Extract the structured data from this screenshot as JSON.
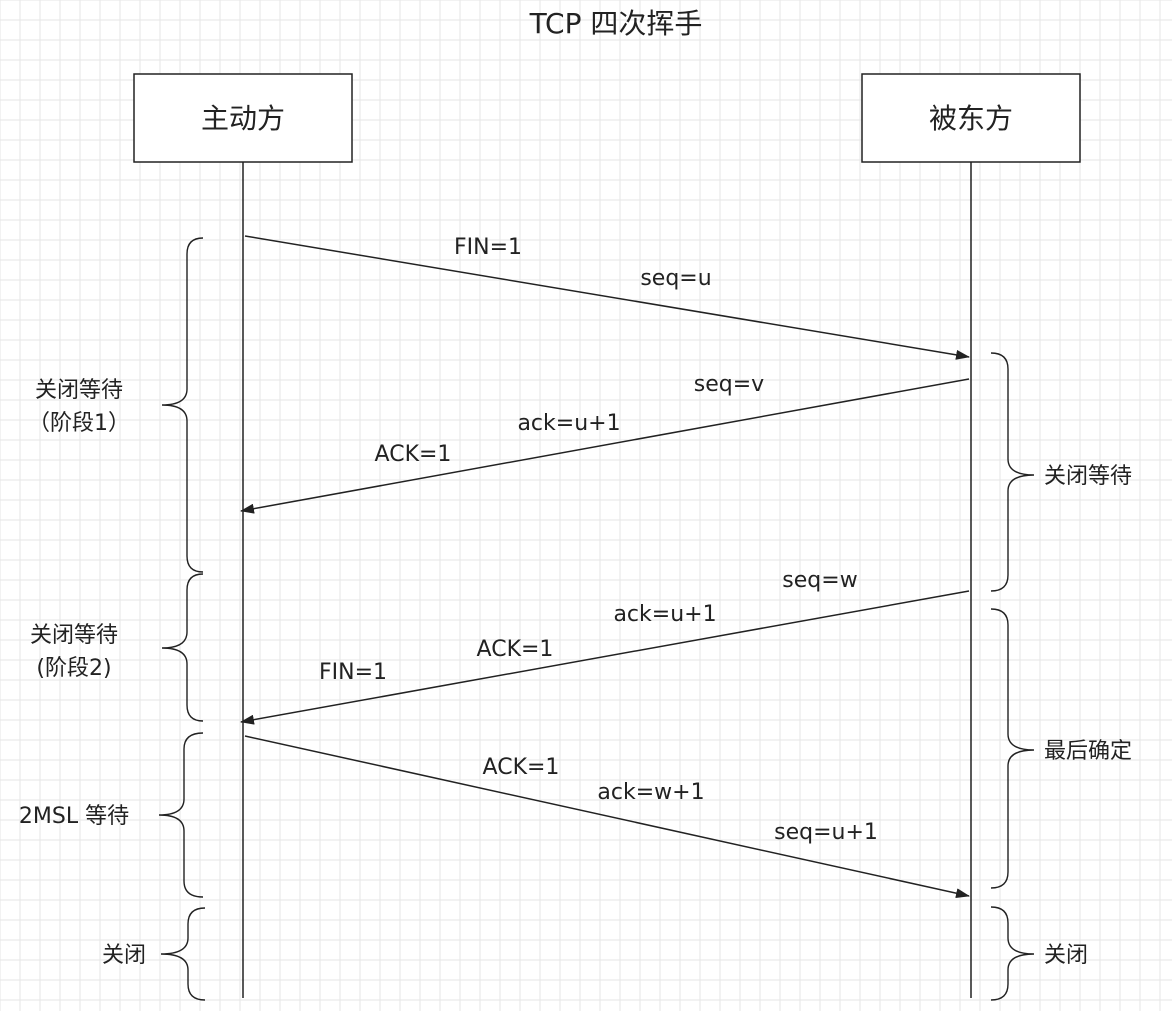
{
  "title": "TCP 四次挥手",
  "participants": {
    "active": "主动方",
    "passive": "被东方"
  },
  "messages": {
    "m1": {
      "line1": "FIN=1",
      "line2": "seq=u"
    },
    "m2": {
      "line1": "seq=v",
      "line2": "ack=u+1",
      "line3": "ACK=1"
    },
    "m3": {
      "line1": "seq=w",
      "line2": "ack=u+1",
      "line3": "ACK=1",
      "line4": "FIN=1"
    },
    "m4": {
      "line1": "ACK=1",
      "line2": "ack=w+1",
      "line3": "seq=u+1"
    }
  },
  "left_phases": {
    "p1_line1": "关闭等待",
    "p1_line2": "（阶段1）",
    "p2_line1": "关闭等待",
    "p2_line2": "(阶段2)",
    "p3": "2MSL 等待",
    "p4": "关闭"
  },
  "right_phases": {
    "p1": "关闭等待",
    "p2": "最后确定",
    "p3": "关闭"
  },
  "colors": {
    "line": "#222222",
    "grid": "#e6e6e6",
    "background": "#ffffff"
  }
}
